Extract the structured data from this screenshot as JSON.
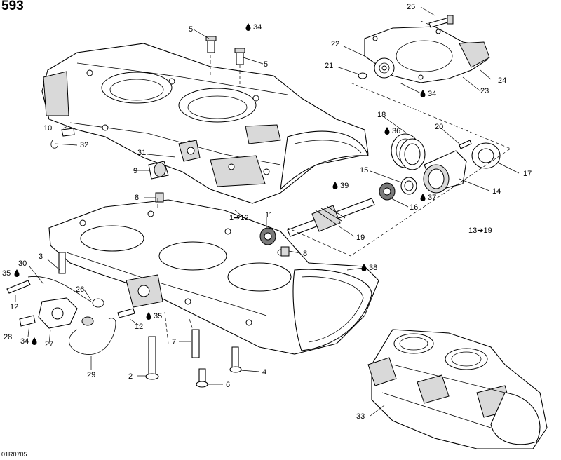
{
  "diagram": {
    "title": "593",
    "drawing_code": "01R0705",
    "callouts": {
      "c1": "1",
      "c1_arrow": "1➔12",
      "c2": "2",
      "c3": "3",
      "c4": "4",
      "c5a": "5",
      "c5b": "5",
      "c6": "6",
      "c7": "7",
      "c8a": "8",
      "c8b": "8",
      "c9": "9",
      "c10": "10",
      "c11": "11",
      "c12a": "12",
      "c12b": "12",
      "c13_arrow": "13➔19",
      "c14": "14",
      "c15": "15",
      "c16": "16",
      "c17": "17",
      "c18": "18",
      "c19": "19",
      "c20": "20",
      "c21": "21",
      "c22": "22",
      "c23": "23",
      "c24": "24",
      "c25": "25",
      "c26": "26",
      "c27": "27",
      "c28": "28",
      "c29": "29",
      "c30": "30",
      "c31": "31",
      "c32": "32",
      "c33": "33",
      "c34a": "34",
      "c34b": "34",
      "c34c": "34",
      "c35a": "35",
      "c35b": "35",
      "c36": "36",
      "c37": "37",
      "c38": "38",
      "c39": "39"
    },
    "icons": {
      "lubricant_drop": "drop-icon",
      "arrow": "arrow-right-icon"
    },
    "colors": {
      "ink": "#000000",
      "paper": "#ffffff",
      "shade": "#d9d9d9"
    }
  }
}
